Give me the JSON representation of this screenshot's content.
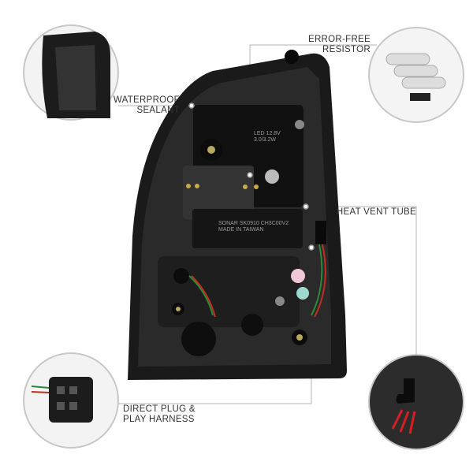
{
  "callouts": {
    "resistor": {
      "line1": "ERROR-FREE",
      "line2": "RESISTOR"
    },
    "sealant": {
      "line1": "WATERPROOF",
      "line2": "SEALANT"
    },
    "vent": {
      "line1": "HEAT VENT TUBE"
    },
    "harness": {
      "line1": "DIRECT PLUG &",
      "line2": "PLAY HARNESS"
    }
  },
  "product_markings": [
    "LED 12.8V",
    "3.0/3.2W",
    "SONAR SK0910 CH3C00V2",
    "MADE IN TAIWAN"
  ],
  "colors": {
    "housing": "#1a1a1a",
    "line": "#b5b5b5",
    "arrow": "#d42020"
  }
}
